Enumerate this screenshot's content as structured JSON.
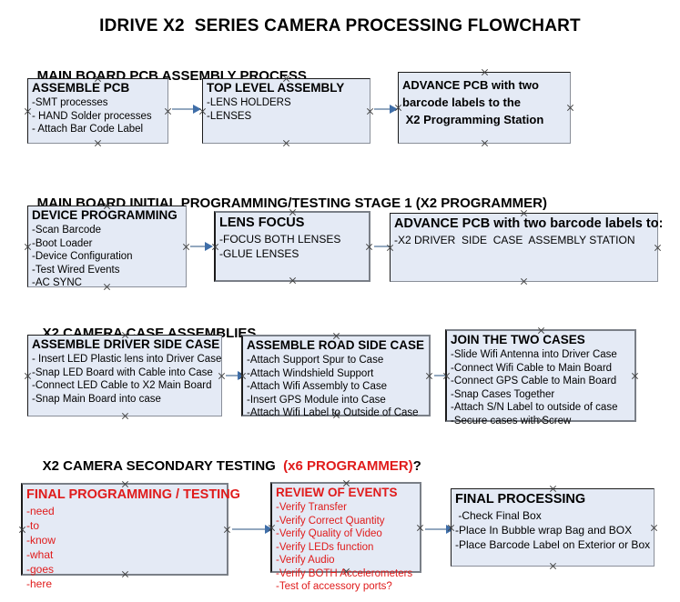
{
  "document": {
    "title": "IDRIVE X2  SERIES CAMERA PROCESSING FLOWCHART"
  },
  "colors": {
    "box_fill": "#e4eaf5",
    "box_border": "#1b1b1b",
    "box_shadow_border": "#8a8f99",
    "arrow_shaft": "#93a8bf",
    "arrow_head": "#3f6ea8",
    "accent_red": "#e01b1b",
    "text": "#000000"
  },
  "sections": [
    {
      "heading": "MAIN BOARD PCB ASSEMBLY PROCESS",
      "heading_accent": "",
      "heading_suffix": "",
      "boxes": [
        {
          "title": "ASSEMBLE PCB",
          "lines": [
            "-SMT processes",
            "- HAND Solder processes",
            "- Attach Bar Code Label"
          ]
        },
        {
          "title": "TOP LEVEL ASSEMBLY",
          "lines": [
            "-LENS HOLDERS",
            "-LENSES"
          ]
        },
        {
          "title": "",
          "paragraph": [
            "ADVANCE PCB with two",
            "barcode labels to the",
            " X2 Programming Station"
          ]
        }
      ]
    },
    {
      "heading": "MAIN BOARD INITIAL PROGRAMMING/TESTING STAGE 1 (X2 PROGRAMMER)",
      "heading_accent": "",
      "heading_suffix": "",
      "boxes": [
        {
          "title": "DEVICE PROGRAMMING",
          "lines": [
            "-Scan Barcode",
            "-Boot Loader",
            "-Device Configuration",
            "-Test Wired Events",
            "-AC SYNC"
          ]
        },
        {
          "title": "LENS FOCUS",
          "lines": [
            "-FOCUS BOTH LENSES",
            "-GLUE LENSES"
          ]
        },
        {
          "title": "ADVANCE PCB with two barcode labels to:",
          "lines": [
            "-X2 DRIVER  SIDE  CASE  ASSEMBLY STATION"
          ]
        }
      ]
    },
    {
      "heading": "X2 CAMERA CASE ASSEMBLIES",
      "heading_accent": "",
      "heading_suffix": "",
      "boxes": [
        {
          "title": "ASSEMBLE DRIVER SIDE CASE",
          "lines": [
            "- Insert LED Plastic lens into Driver Case",
            "-Snap LED Board with Cable into Case",
            "-Connect LED Cable to X2 Main Board",
            "-Snap Main Board into case"
          ]
        },
        {
          "title": "ASSEMBLE ROAD SIDE CASE",
          "lines": [
            "-Attach Support Spur to Case",
            "-Attach Windshield Support",
            "-Attach Wifi Assembly to Case",
            "-Insert GPS Module into Case",
            "-Attach Wifi Label to Outside of Case"
          ]
        },
        {
          "title": "JOIN THE TWO CASES",
          "lines": [
            "-Slide Wifi Antenna into Driver Case",
            "-Connect Wifi Cable to Main Board",
            "-Connect GPS Cable to Main Board",
            "-Snap Cases Together",
            "-Attach S/N Label to outside of case",
            "-Secure cases with Screw"
          ]
        }
      ]
    },
    {
      "heading": "X2 CAMERA SECONDARY TESTING  ",
      "heading_accent": "(x6 PROGRAMMER)",
      "heading_suffix": "?",
      "boxes": [
        {
          "title": "FINAL PROGRAMMING / TESTING",
          "lines": [
            "-need",
            "-to",
            "-know",
            "-what",
            "-goes",
            "-here"
          ]
        },
        {
          "title": "REVIEW OF EVENTS",
          "lines": [
            "-Verify Transfer",
            "-Verify Correct Quantity",
            "-Verify Quality of Video",
            "-Verify LEDs function",
            "-Verify Audio",
            "-Verify BOTH Accelerometers",
            "-Test of accessory ports?"
          ]
        },
        {
          "title": "FINAL PROCESSING",
          "lines": [
            " -Check Final Box",
            "-Place In Bubble wrap Bag and BOX",
            "-Place Barcode Label on Exterior or Box"
          ]
        }
      ]
    }
  ]
}
